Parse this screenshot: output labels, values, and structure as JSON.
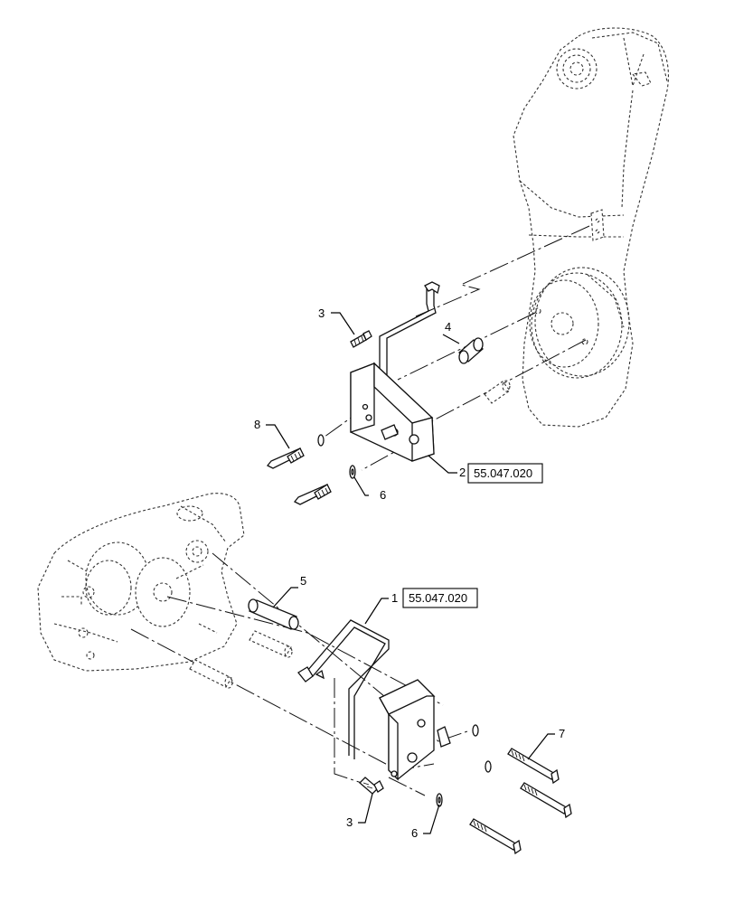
{
  "callouts": [
    {
      "id": "c3a",
      "label": "3"
    },
    {
      "id": "c4",
      "label": "4"
    },
    {
      "id": "c8",
      "label": "8"
    },
    {
      "id": "c2",
      "label": "2"
    },
    {
      "id": "c6a",
      "label": "6"
    },
    {
      "id": "c5",
      "label": "5"
    },
    {
      "id": "c1",
      "label": "1"
    },
    {
      "id": "c7",
      "label": "7"
    },
    {
      "id": "c3b",
      "label": "3"
    },
    {
      "id": "c6b",
      "label": "6"
    }
  ],
  "references": {
    "upper": "55.047.020",
    "lower": "55.047.020"
  }
}
